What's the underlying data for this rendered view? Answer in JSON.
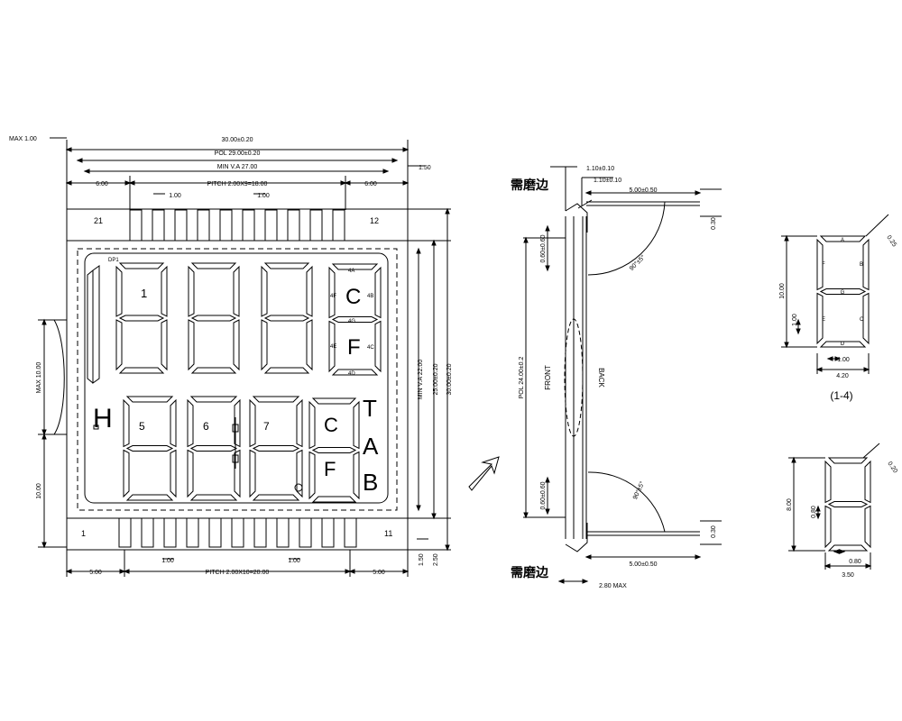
{
  "front_view": {
    "pin_left_top": "21",
    "pin_right_top": "12",
    "pin_left_bottom": "1",
    "pin_right_bottom": "11",
    "dims_top": {
      "max": "MAX 1.00",
      "overall": "30.00±0.20",
      "pol": "POL 29.00±0.20",
      "min_va": "MIN V.A 27.00",
      "left": "6.00",
      "pitch": "PITCH 2.00X9=18.00",
      "right": "6.00",
      "pin_w1": "1.00",
      "pin_w2": "1.00",
      "right_offset": "1.50"
    },
    "dims_bottom": {
      "left": "5.00",
      "pitch": "PITCH 2.00X10=20.00",
      "right": "5.00",
      "pin_w": "1.00",
      "pin_w2": "1.00",
      "side_a": "1.50",
      "side_b": "2.50"
    },
    "dims_left": {
      "max": "MAX 10.00",
      "height": "10.00"
    },
    "dims_right": {
      "min_va": "MIN V.A 22.00",
      "pol": "25.00±0.20",
      "overall": "30.00±0.20"
    },
    "segments": {
      "dp1": "DP1",
      "d1": "1",
      "d5": "5",
      "d6": "6",
      "d7": "7",
      "c_top": "C",
      "f_top": "F",
      "s4a": "4A",
      "s4b": "4B",
      "s4c": "4C",
      "s4d": "4D",
      "s4e": "4E",
      "s4f": "4F",
      "s4g": "4G",
      "c_bot": "C",
      "f_bot": "F",
      "h": "H",
      "t": "T",
      "a": "A",
      "b": "B"
    }
  },
  "side_view": {
    "label_top": "需磨边",
    "label_bottom": "需磨边",
    "d_110a": "1.10±0.10",
    "d_110b": "1.10±0.10",
    "d_500_top": "5.00±0.50",
    "d_500_bot": "5.00±0.50",
    "d_030_top": "0.30",
    "d_030_bot": "0.30",
    "angle_top": "90°±5°",
    "angle_bot": "90°±5°",
    "pol": "POL 24.00±0.2",
    "d_060_top": "0.60±0.60",
    "d_060_bot": "0.60±0.60",
    "front": "FRONT",
    "back": "BACK",
    "max": "2.80 MAX"
  },
  "digit_large": {
    "seg_a": "A",
    "seg_b": "B",
    "seg_c": "C",
    "seg_d": "D",
    "seg_e": "E",
    "seg_f": "F",
    "seg_g": "G",
    "h": "10.00",
    "w": "4.20",
    "seg_w": "1.00",
    "seg_h": "1.00",
    "corner": "0.25",
    "caption": "(1-4)"
  },
  "digit_small": {
    "h": "8.00",
    "w": "3.50",
    "seg_h": "0.80",
    "seg_w": "0.80",
    "corner": "0.20"
  }
}
